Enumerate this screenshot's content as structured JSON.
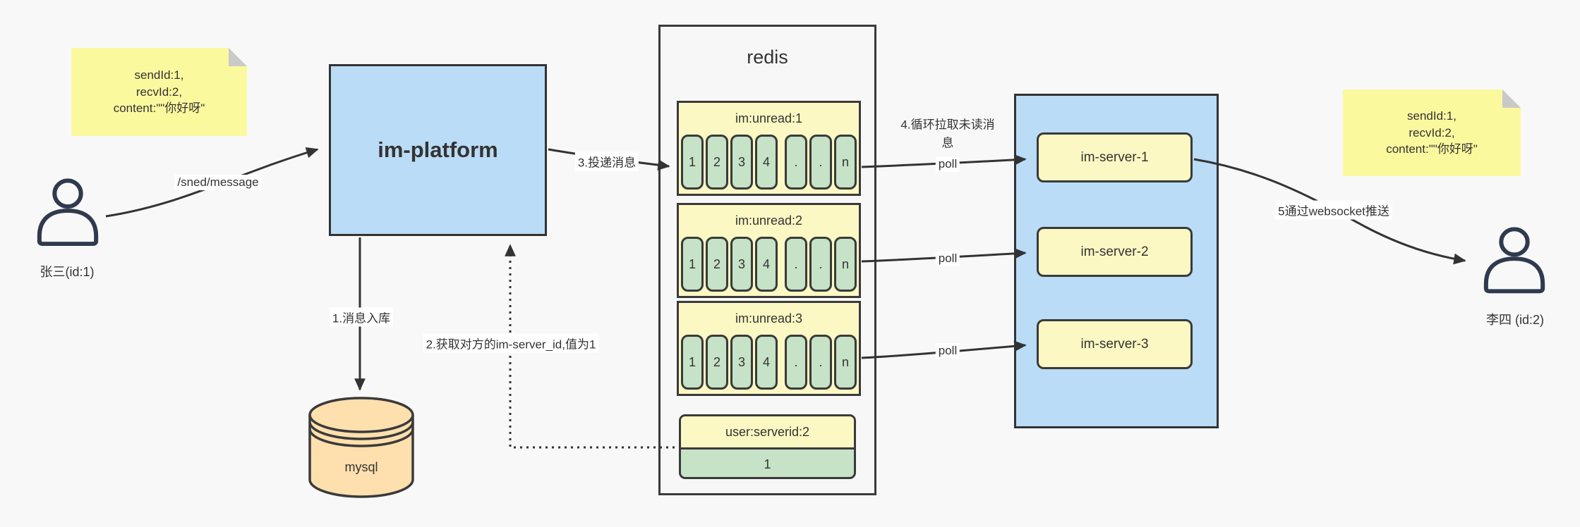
{
  "colors": {
    "accent_blue": "#badcf6",
    "note_yellow": "#fbf99e",
    "panel_yellow": "#fcf8c3",
    "cell_green": "#c6e2c7",
    "db_tan": "#fedfae",
    "line_dark": "#3a3a3a"
  },
  "actors": {
    "sender": {
      "label": "张三(id:1)"
    },
    "receiver": {
      "label": "李四 (id:2)"
    }
  },
  "notes": {
    "sender_message": {
      "line1": "sendId:1,",
      "line2": "recvId:2,",
      "line3": "content:\"\"你好呀\""
    },
    "receiver_message": {
      "line1": "sendId:1,",
      "line2": "recvId:2,",
      "line3": "content:\"\"你好呀\""
    }
  },
  "platform": {
    "label": "im-platform"
  },
  "database": {
    "label": "mysql"
  },
  "redis": {
    "title": "redis",
    "queues": [
      {
        "title": "im:unread:1",
        "cells": [
          "1",
          "2",
          "3",
          "4",
          ".",
          ".",
          "n"
        ]
      },
      {
        "title": "im:unread:2",
        "cells": [
          "1",
          "2",
          "3",
          "4",
          ".",
          ".",
          "n"
        ]
      },
      {
        "title": "im:unread:3",
        "cells": [
          "1",
          "2",
          "3",
          "4",
          ".",
          ".",
          "n"
        ]
      }
    ],
    "kv": {
      "key": "user:serverid:2",
      "value": "1"
    }
  },
  "cluster": {
    "servers": [
      {
        "label": "im-server-1"
      },
      {
        "label": "im-server-2"
      },
      {
        "label": "im-server-3"
      }
    ]
  },
  "edges": {
    "send": "/sned/message",
    "step1": "1.消息入库",
    "step2": "2.获取对方的im-server_id,值为1",
    "step3": "3.投递消息",
    "step4_line1": "4.循环拉取未读消",
    "step4_line2": "息",
    "poll": "poll",
    "step5": "5通过websocket推送"
  }
}
